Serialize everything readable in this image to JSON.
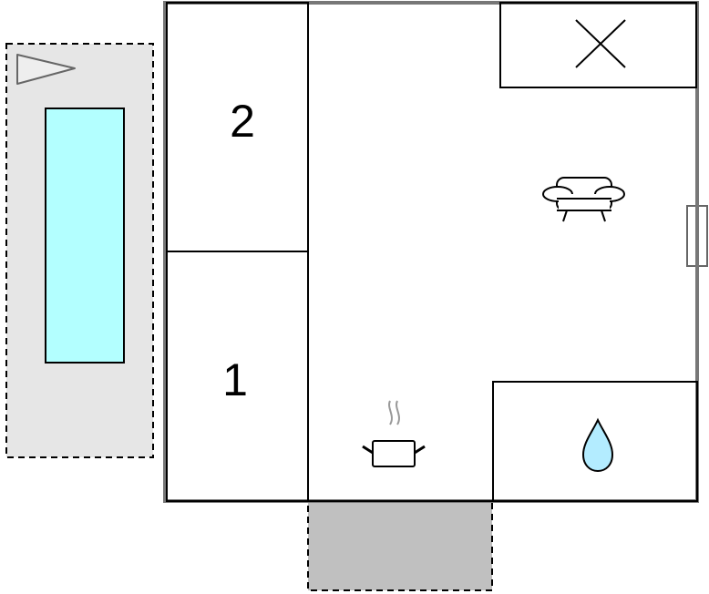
{
  "floor_plan": {
    "rooms": [
      {
        "label": "2"
      },
      {
        "label": "1"
      }
    ],
    "icons": {
      "terrace": "terrace-area",
      "pool": "pool-icon",
      "compass": "north-arrow-icon",
      "stairs": "cross-icon",
      "sofa": "sofa-icon",
      "kitchen": "cooking-pot-icon",
      "bathroom": "water-drop-icon",
      "window": "window-icon",
      "entrance": "entrance-area"
    },
    "colors": {
      "wall": "#777777",
      "line": "#000000",
      "terrace_fill": "#e6e6e6",
      "entrance_fill": "#c0c0c0",
      "pool_fill": "#b3ffff",
      "water_fill": "#b3ecff"
    }
  }
}
